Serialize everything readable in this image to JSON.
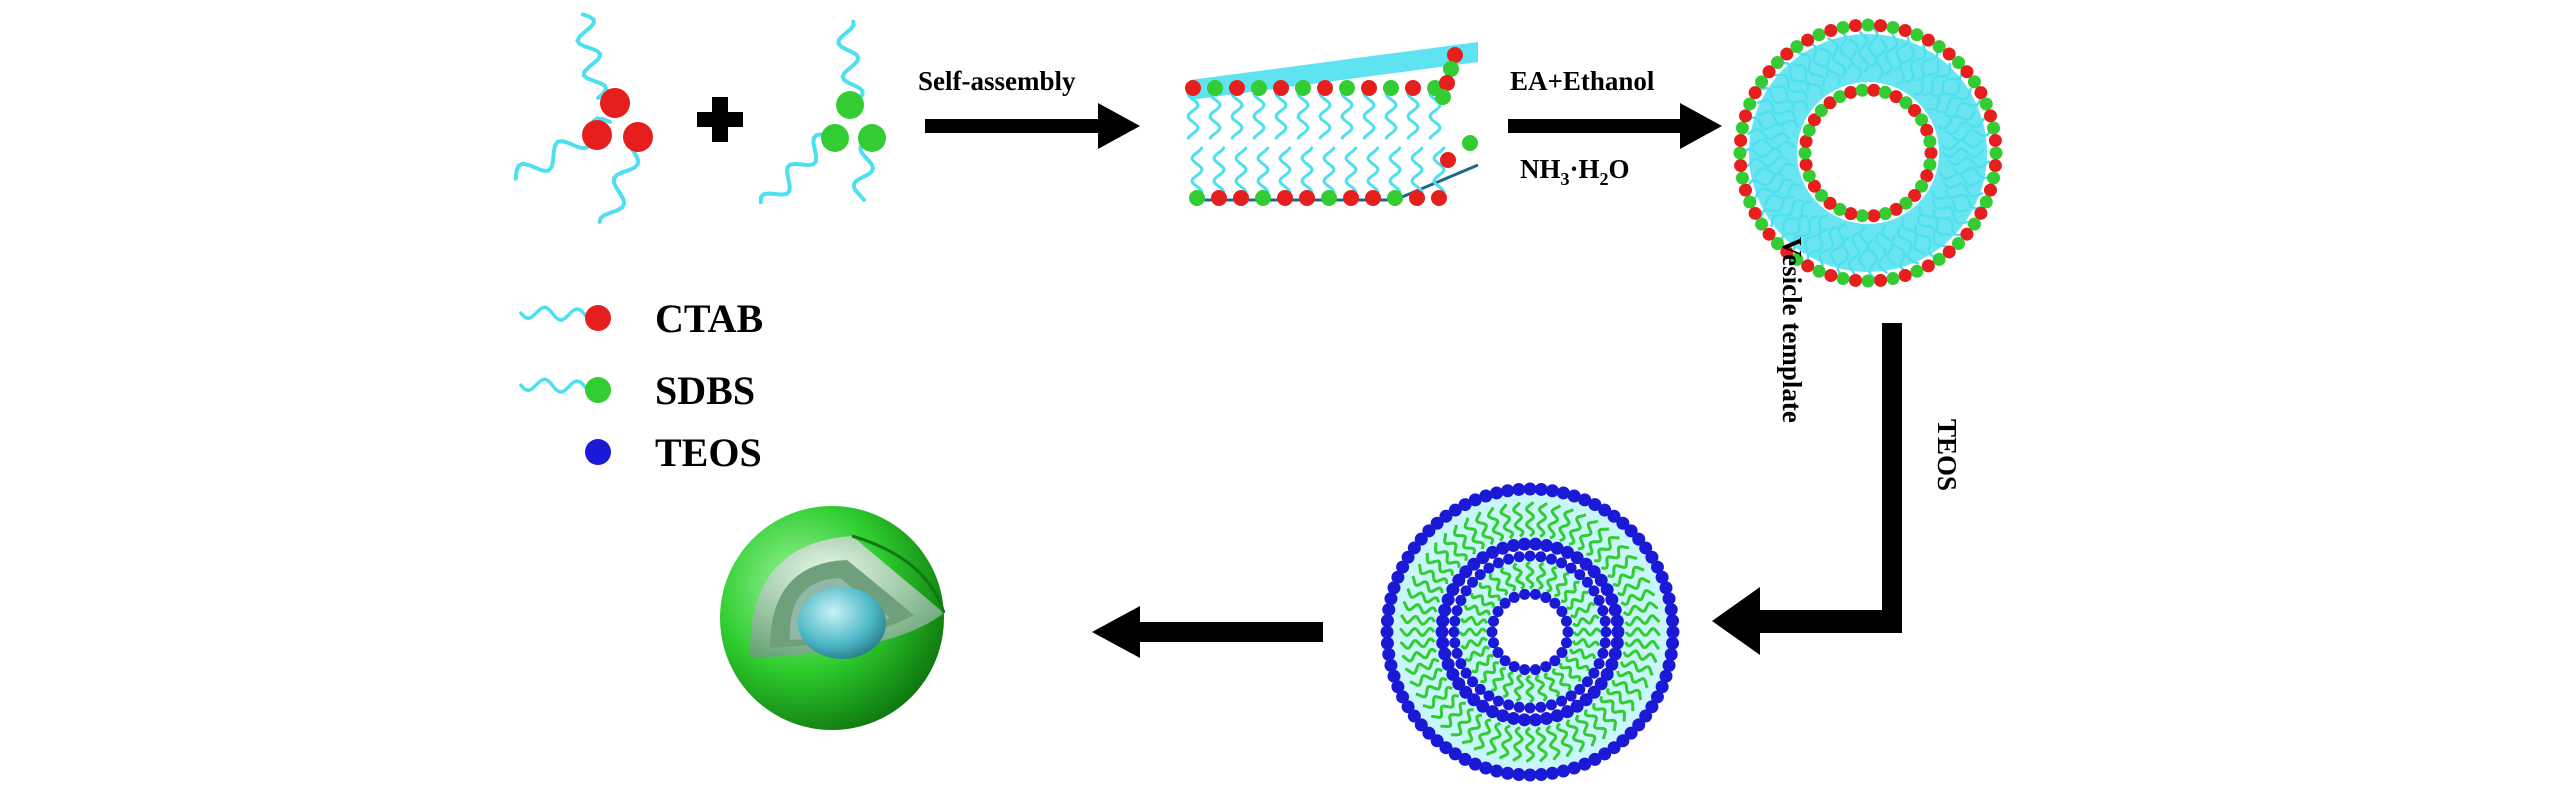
{
  "colors": {
    "ctab": "#e61e1e",
    "sdbs": "#33cc33",
    "teos": "#1a1ad6",
    "chain": "#4ee0ee",
    "arrow": "#000000",
    "sphere_outer": "#2ecc2e",
    "sphere_inner": "#4cb8c6"
  },
  "steps": {
    "self_assembly": "Self-assembly",
    "ea_ethanol": "EA+Ethanol",
    "nh3_h2o": {
      "base1": "NH",
      "sub1": "3",
      "dot": "·",
      "base2": "H",
      "sub2": "2",
      "base3": "O"
    },
    "vesicle_template": "Vesicle template",
    "teos": "TEOS"
  },
  "legend": [
    {
      "label": "CTAB",
      "color_key": "ctab",
      "icon": "surfactant-tail-icon"
    },
    {
      "label": "SDBS",
      "color_key": "sdbs",
      "icon": "surfactant-tail-icon"
    },
    {
      "label": "TEOS",
      "color_key": "teos",
      "icon": "dot-icon"
    }
  ],
  "plus_sign": "+",
  "molecules": {
    "ctab_group": "CTAB",
    "sdbs_group": "SDBS"
  }
}
